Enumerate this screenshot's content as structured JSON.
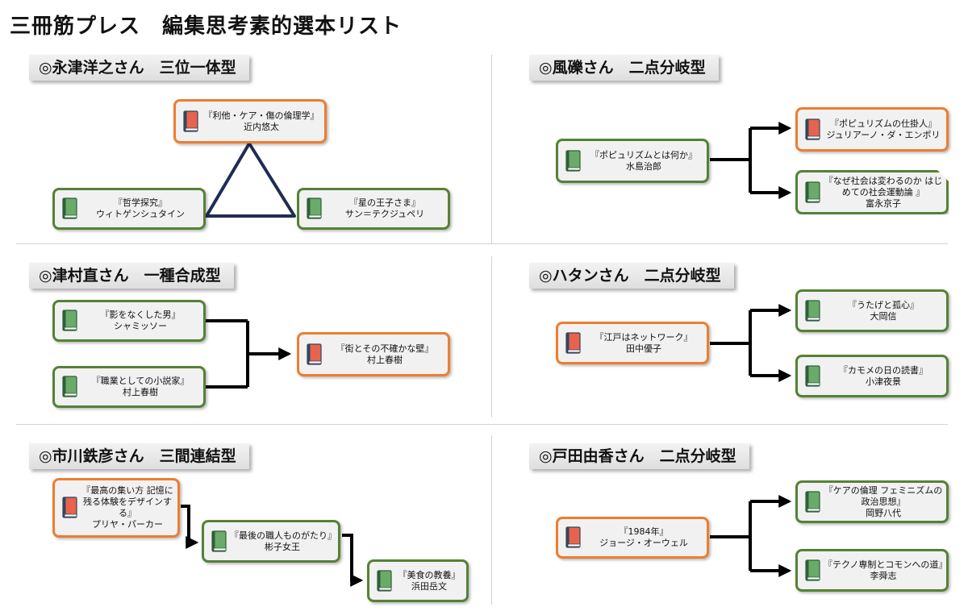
{
  "title": "三冊筋プレス　編集思考素的選本リスト",
  "sections": [
    {
      "label": "◎永津洋之さん　三位一体型"
    },
    {
      "label": "◎風礫さん　二点分岐型"
    },
    {
      "label": "◎津村直さん　一種合成型"
    },
    {
      "label": "◎ハタンさん　二点分岐型"
    },
    {
      "label": "◎市川鉄彦さん　三間連結型"
    },
    {
      "label": "◎戸田由香さん　二点分岐型"
    }
  ],
  "books": {
    "nagatsu_top": {
      "title": "『利他・ケア・傷の倫理学』",
      "author": "近内悠太",
      "border": "orange",
      "icon": "red-book-icon"
    },
    "nagatsu_left": {
      "title": "『哲学探究』",
      "author": "ウィトゲンシュタイン",
      "border": "green",
      "icon": "green-book-icon"
    },
    "nagatsu_right": {
      "title": "『星の王子さま』",
      "author": "サン＝テクジュペリ",
      "border": "green",
      "icon": "green-book-icon"
    },
    "fureki_source": {
      "title": "『ポピュリズムとは何か』",
      "author": "水島治郎",
      "border": "green",
      "icon": "green-book-icon"
    },
    "fureki_top": {
      "title": "『ポピュリズムの仕掛人』",
      "author": "ジュリアーノ・ダ・エンポリ",
      "border": "orange",
      "icon": "red-book-icon"
    },
    "fureki_bottom": {
      "title": "『なぜ社会は変わるのか はじめての社会運動論 』",
      "author": "富永京子",
      "border": "green",
      "icon": "green-book-icon"
    },
    "tsumura_top": {
      "title": "『影をなくした男』",
      "author": "シャミッソー",
      "border": "green",
      "icon": "green-book-icon"
    },
    "tsumura_bottom": {
      "title": "『職業としての小説家』",
      "author": "村上春樹",
      "border": "green",
      "icon": "green-book-icon"
    },
    "tsumura_result": {
      "title": "『街とその不確かな壁』",
      "author": "村上春樹",
      "border": "orange",
      "icon": "red-book-icon"
    },
    "hatan_source": {
      "title": "『江戸はネットワーク』",
      "author": "田中優子",
      "border": "orange",
      "icon": "red-book-icon"
    },
    "hatan_top": {
      "title": "『うたげと孤心』",
      "author": "大岡信",
      "border": "green",
      "icon": "green-book-icon"
    },
    "hatan_bottom": {
      "title": "『カモメの日の読書』",
      "author": "小津夜景",
      "border": "green",
      "icon": "green-book-icon"
    },
    "ichikawa_first": {
      "title": "『最高の集い方 記憶に残る体験をデザインする』",
      "author": "プリヤ・パーカー",
      "border": "orange",
      "icon": "red-book-icon"
    },
    "ichikawa_second": {
      "title": "『最後の職人ものがたり』",
      "author": "彬子女王",
      "border": "green",
      "icon": "green-book-icon"
    },
    "ichikawa_third": {
      "title": "『美食の教養』",
      "author": "浜田岳文",
      "border": "green",
      "icon": "green-book-icon"
    },
    "toda_source": {
      "title": "『1984年』",
      "author": "ジョージ・オーウェル",
      "border": "orange",
      "icon": "red-book-icon"
    },
    "toda_top": {
      "title": "『ケアの倫理 フェミニズムの政治思想』",
      "author": "岡野八代",
      "border": "green",
      "icon": "green-book-icon"
    },
    "toda_bottom": {
      "title": "『テクノ専制とコモンへの道』",
      "author": "李舜志",
      "border": "green",
      "icon": "green-book-icon"
    }
  },
  "colors": {
    "green_border": "#548235",
    "orange_border": "#ed7d31",
    "triangle": "#1f2d52",
    "arrow": "#000000"
  }
}
